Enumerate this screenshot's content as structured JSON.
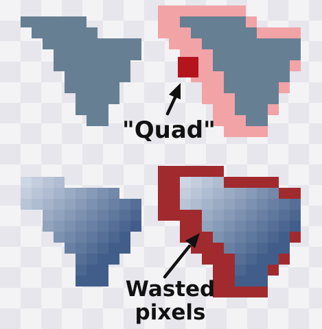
{
  "labels": {
    "quad": "\"Quad\"",
    "wasted_line1": "Wasted",
    "wasted_line2": "pixels"
  },
  "colors": {
    "checker_light": "#f3f3f6",
    "checker_dark": "#e6e6ec",
    "shape_fill": "#667f93",
    "quad_fill": "#b4141c",
    "light_waste": "#f1a3a6",
    "dark_waste": "#a12a2e",
    "arrow": "#111111"
  },
  "icons": {
    "top_left": "flat-arrowhead-sprite",
    "top_right": "flat-arrowhead-sprite-with-padding",
    "bottom_left": "shaded-arrowhead-sprite",
    "bottom_right": "shaded-arrowhead-sprite-with-wasted-pixels",
    "quad_pointer": "arrow-icon",
    "wasted_pointer": "arrow-icon"
  }
}
